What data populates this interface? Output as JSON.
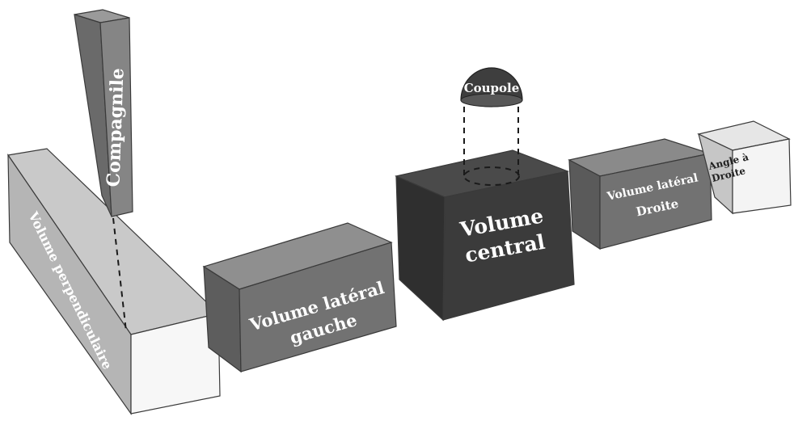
{
  "diagram": {
    "volumes": {
      "perpendiculaire": "Volume perpendiculaire",
      "campanile": "Compagnile",
      "lateral_gauche_line1": "Volume latéral",
      "lateral_gauche_line2": "gauche",
      "central_line1": "Volume",
      "central_line2": "central",
      "coupole": "Coupole",
      "lateral_droite_line1": "Volume latéral",
      "lateral_droite_line2": "Droite",
      "angle_line1": "Angle à",
      "angle_line2": "Droite"
    },
    "colors": {
      "perpendiculaire_front": "#b5b5b5",
      "central_front": "#3b3b3b",
      "lateral_front": "#6f6f6f",
      "angle_front": "#f4f4f4",
      "dome": "#3e3e3e"
    }
  }
}
